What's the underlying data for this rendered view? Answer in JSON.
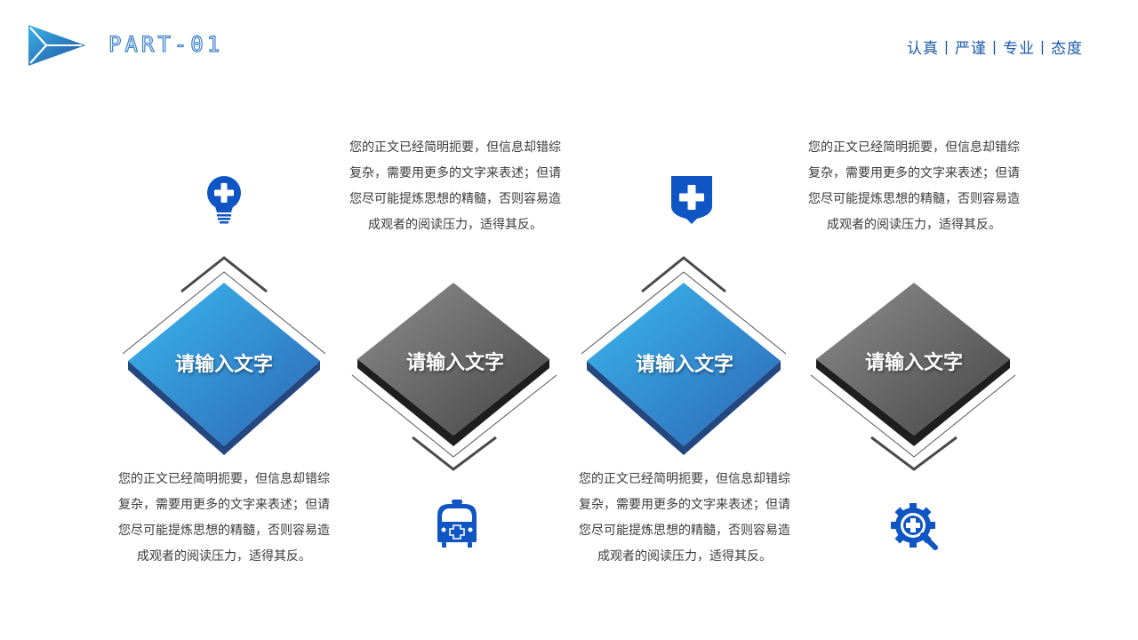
{
  "header": {
    "part_title": "PART-01",
    "motto": "认真丨严谨丨专业丨态度",
    "accent_color": "#1d5aa8"
  },
  "items": [
    {
      "label": "请输入文字",
      "style": "blue",
      "icon": "lightbulb-plus-icon",
      "description": "您的正文已经简明扼要，但信息却错综复杂，需要用更多的文字来表述；但请您尽可能提炼思想的精髓，否则容易造成观者的阅读压力，适得其反。",
      "description_position": "bottom"
    },
    {
      "label": "请输入文字",
      "style": "gray",
      "icon": "ambulance-icon",
      "description": "您的正文已经简明扼要，但信息却错综复杂，需要用更多的文字来表述；但请您尽可能提炼思想的精髓，否则容易造成观者的阅读压力，适得其反。",
      "description_position": "top"
    },
    {
      "label": "请输入文字",
      "style": "blue",
      "icon": "shield-plus-icon",
      "description": "您的正文已经简明扼要，但信息却错综复杂，需要用更多的文字来表述；但请您尽可能提炼思想的精髓，否则容易造成观者的阅读压力，适得其反。",
      "description_position": "bottom"
    },
    {
      "label": "请输入文字",
      "style": "gray",
      "icon": "gear-search-plus-icon",
      "description": "您的正文已经简明扼要，但信息却错综复杂，需要用更多的文字来表述；但请您尽可能提炼思想的精髓，否则容易造成观者的阅读压力，适得其反。",
      "description_position": "top"
    }
  ],
  "colors": {
    "blue_top": "#36b0ea",
    "blue_bottom": "#2f6fbf",
    "blue_edge": "#24477f",
    "gray_top": "#8a8a8a",
    "gray_bottom": "#4a4a4a",
    "gray_edge": "#1e1e1e",
    "icon_blue": "#0f56c4"
  }
}
